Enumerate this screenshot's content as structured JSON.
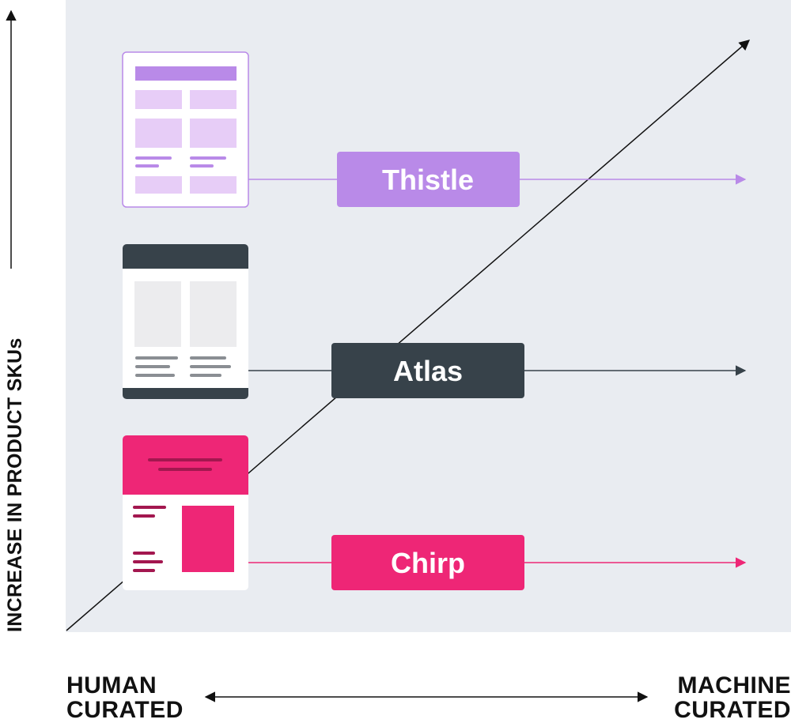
{
  "axes": {
    "y_label": "INCREASE IN PRODUCT SKUs",
    "x_left_label": "HUMAN\nCURATED",
    "x_right_label": "MACHINE\nCURATED"
  },
  "products": [
    {
      "id": "thistle",
      "label": "Thistle",
      "color": "#b98ae8"
    },
    {
      "id": "atlas",
      "label": "Atlas",
      "color": "#37424a"
    },
    {
      "id": "chirp",
      "label": "Chirp",
      "color": "#ee2676"
    }
  ],
  "colors": {
    "plot_background": "#e9ecf1",
    "axis_line": "#111111",
    "thistle_light": "#e7cdf7",
    "atlas_panel": "#ececee",
    "atlas_lines": "#8a8e93",
    "chirp_dark": "#a3174f"
  },
  "icons": [
    "thistle-layout-icon",
    "atlas-layout-icon",
    "chirp-layout-icon"
  ]
}
